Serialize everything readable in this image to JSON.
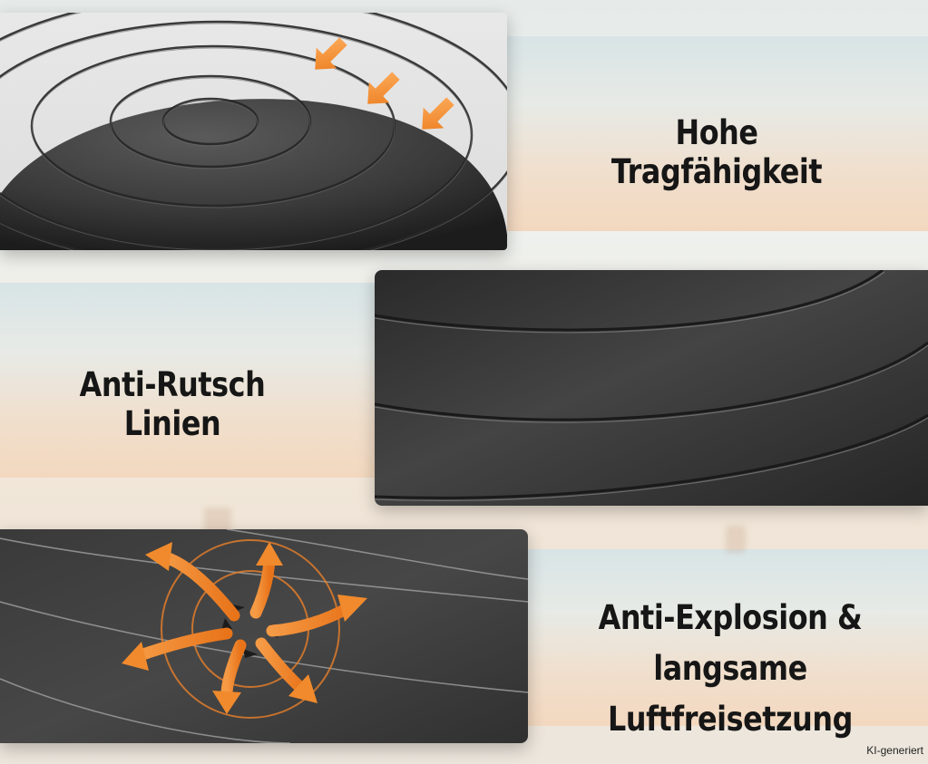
{
  "features": {
    "load": {
      "title": "Hohe Tragfähigkeit"
    },
    "grip": {
      "title": "Anti-Rutsch Linien"
    },
    "burst": {
      "line1": "Anti-Explosion &",
      "line2": "langsame Luftfreisetzung"
    }
  },
  "badge": "KI-generiert",
  "colors": {
    "ball": "#3b3b3b",
    "accent": "#f08a2c",
    "text": "#161616"
  },
  "icons": [
    "pressure-arrow-icon",
    "burst-arrows-icon"
  ]
}
